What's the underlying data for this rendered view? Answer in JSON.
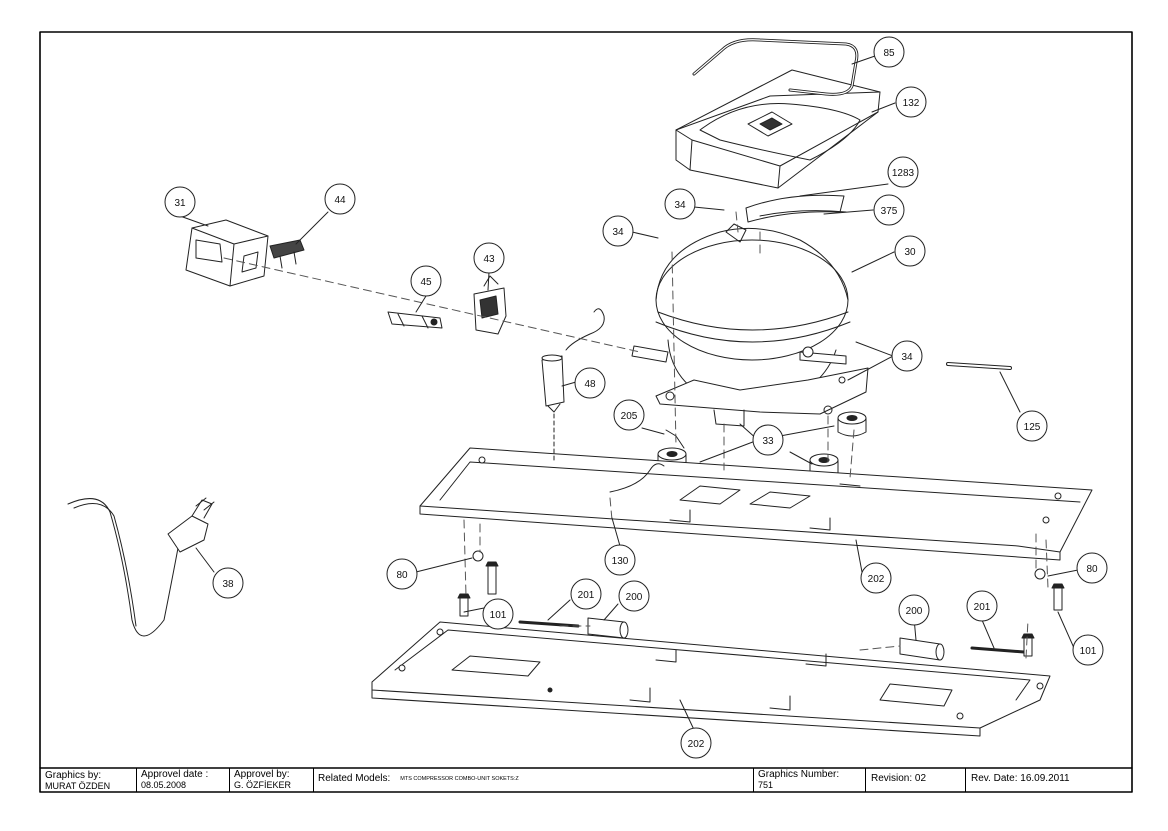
{
  "callouts": [
    {
      "id": "c85",
      "text": "85"
    },
    {
      "id": "c132",
      "text": "132"
    },
    {
      "id": "c1283",
      "text": "1283"
    },
    {
      "id": "c375",
      "text": "375"
    },
    {
      "id": "c34a",
      "text": "34"
    },
    {
      "id": "c34b",
      "text": "34"
    },
    {
      "id": "c34c",
      "text": "34"
    },
    {
      "id": "c30",
      "text": "30"
    },
    {
      "id": "c31",
      "text": "31"
    },
    {
      "id": "c44",
      "text": "44"
    },
    {
      "id": "c43",
      "text": "43"
    },
    {
      "id": "c45",
      "text": "45"
    },
    {
      "id": "c48",
      "text": "48"
    },
    {
      "id": "c125",
      "text": "125"
    },
    {
      "id": "c205",
      "text": "205"
    },
    {
      "id": "c33",
      "text": "33"
    },
    {
      "id": "c130",
      "text": "130"
    },
    {
      "id": "c202a",
      "text": "202"
    },
    {
      "id": "c38",
      "text": "38"
    },
    {
      "id": "c80a",
      "text": "80"
    },
    {
      "id": "c80b",
      "text": "80"
    },
    {
      "id": "c101a",
      "text": "101"
    },
    {
      "id": "c101b",
      "text": "101"
    },
    {
      "id": "c201a",
      "text": "201"
    },
    {
      "id": "c200a",
      "text": "200"
    },
    {
      "id": "c200b",
      "text": "200"
    },
    {
      "id": "c201b",
      "text": "201"
    },
    {
      "id": "c202b",
      "text": "202"
    }
  ],
  "title_block": {
    "graphics_by_label": "Graphics by:",
    "graphics_by_value": "MURAT ÖZDEN",
    "approvel_date_label": "Approvel date :",
    "approvel_date_value": "08.05.2008",
    "approvel_by_label": "Approvel by:",
    "approvel_by_value": "G. ÖZFİEKER",
    "related_models_label": "Related Models:",
    "related_models_value": "MTS COMPRESSOR COMBO-UNIT SOKETS:Z",
    "graphics_number_label": "Graphics Number:",
    "graphics_number_value": "751",
    "revision_text": "Revision: 02",
    "rev_date_text": "Rev. Date: 16.09.2011"
  }
}
